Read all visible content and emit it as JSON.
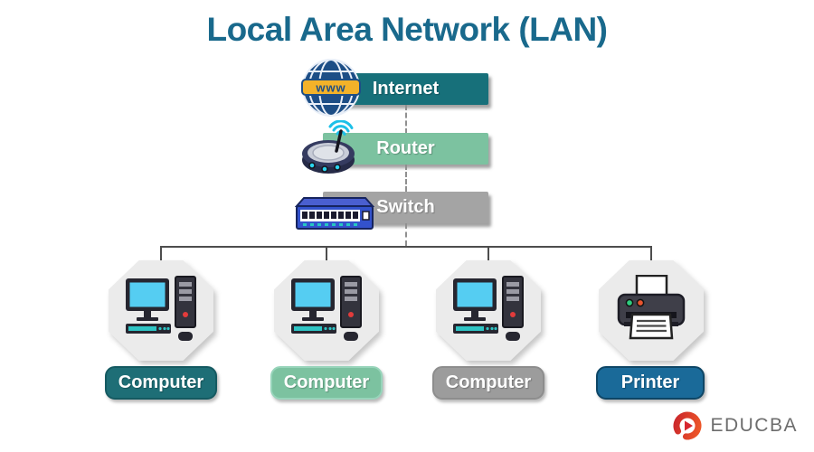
{
  "title": "Local Area Network (LAN)",
  "title_color": "#19698c",
  "backbone": [
    {
      "label": "Internet",
      "color": "#17707a",
      "icon": "globe-www-icon"
    },
    {
      "label": "Router",
      "color": "#7cc2a0",
      "icon": "router-icon"
    },
    {
      "label": "Switch",
      "color": "#a4a4a4",
      "icon": "network-switch-icon"
    }
  ],
  "globe_banner_text": "www",
  "devices": [
    {
      "label": "Computer",
      "color": "#1e6e76",
      "icon": "desktop-computer-icon"
    },
    {
      "label": "Computer",
      "color": "#7cc2a0",
      "icon": "desktop-computer-icon"
    },
    {
      "label": "Computer",
      "color": "#9c9c9c",
      "icon": "desktop-computer-icon"
    },
    {
      "label": "Printer",
      "color": "#1a6a99",
      "icon": "printer-icon"
    }
  ],
  "brand": {
    "name": "EDUCBA",
    "accent": "#d7262f",
    "text_color": "#6d6d6d"
  }
}
